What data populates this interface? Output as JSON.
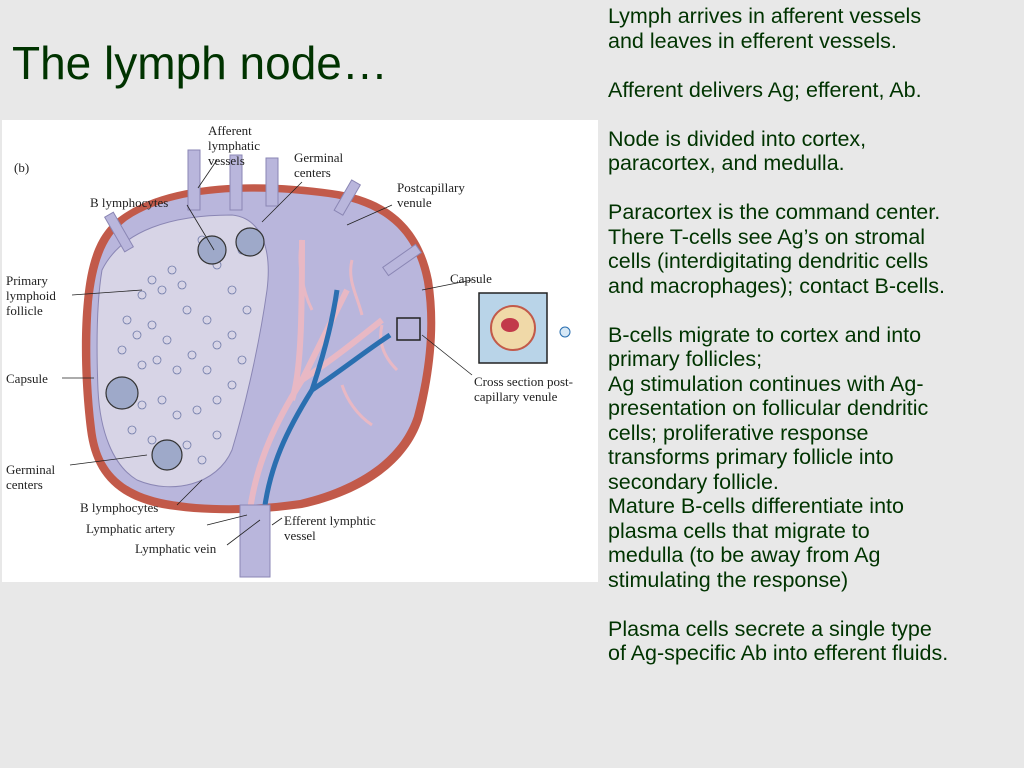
{
  "slide": {
    "title": "The lymph node…"
  },
  "figure": {
    "panel_label": "(b)",
    "labels": {
      "afferent": [
        "Afferent",
        "lymphatic",
        "vessels"
      ],
      "germinal_top": [
        "Germinal",
        "centers"
      ],
      "postcapillary": [
        "Postcapillary",
        "venule"
      ],
      "b_lymph_top": "B lymphocytes",
      "primary_follicle": [
        "Primary",
        "lymphoid",
        "follicle"
      ],
      "capsule_right": "Capsule",
      "capsule_left": "Capsule",
      "cross_section": [
        "Cross section post-",
        "capillary venule"
      ],
      "germinal_bottom": [
        "Germinal",
        "centers"
      ],
      "b_lymph_bottom": "B lymphocytes",
      "lymphatic_artery": "Lymphatic artery",
      "lymphatic_vein": "Lymphatic vein",
      "efferent": [
        "Efferent lymphtic",
        "vessel"
      ]
    }
  },
  "notes": {
    "p1": [
      "Lymph arrives in afferent vessels",
      "and leaves in efferent vessels."
    ],
    "p2": "Afferent delivers Ag; efferent, Ab.",
    "p3": [
      "Node is divided into cortex,",
      "paracortex, and medulla."
    ],
    "p4": [
      "Paracortex is the command center.",
      "There T-cells see Ag’s on stromal",
      "cells (interdigitating dendritic cells",
      "and macrophages); contact B-cells."
    ],
    "p5": [
      "B-cells migrate to cortex  and into",
      "primary follicles;",
      "Ag stimulation continues with Ag-",
      "presentation on follicular dendritic",
      "cells; proliferative response",
      "transforms primary follicle into",
      "secondary follicle.",
      "Mature B-cells differentiate into",
      "plasma cells that migrate to",
      "medulla (to be away from Ag",
      "stimulating the response)"
    ],
    "p6": [
      "Plasma cells secrete a single type",
      "of Ag-specific Ab into efferent fluids."
    ]
  },
  "colors": {
    "title_text": "#003300",
    "body_text": "#003300",
    "background": "#e8e8e8",
    "node_fill": "#b9b6dc",
    "capsule_edge": "#c25a4a",
    "vessel_blue": "#2a6fb0",
    "vessel_pink": "#e8b8c4"
  }
}
